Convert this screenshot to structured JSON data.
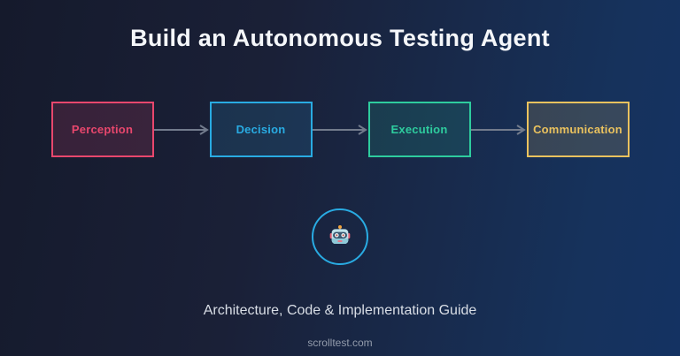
{
  "page": {
    "title": "Build an Autonomous Testing Agent",
    "subtitle": "Architecture, Code & Implementation Guide",
    "footer": "scrolltest.com"
  },
  "flow": {
    "boxes": [
      {
        "label": "Perception",
        "color": "#e8476d",
        "fill": "rgba(232,71,109,0.16)"
      },
      {
        "label": "Decision",
        "color": "#29abe2",
        "fill": "rgba(41,171,226,0.15)"
      },
      {
        "label": "Execution",
        "color": "#2ecc9e",
        "fill": "rgba(46,204,158,0.14)"
      },
      {
        "label": "Communication",
        "color": "#eac25e",
        "fill": "rgba(234,194,94,0.16)"
      }
    ],
    "arrow_color": "#727b8c"
  },
  "agent": {
    "icon": "robot-icon",
    "circle_color": "#29abe2"
  },
  "colors": {
    "background_left": "#151a2c",
    "background_right": "#143262",
    "title_text": "#f5f7fa",
    "subtitle_text": "#d9dee6",
    "footer_text": "#939cac"
  }
}
